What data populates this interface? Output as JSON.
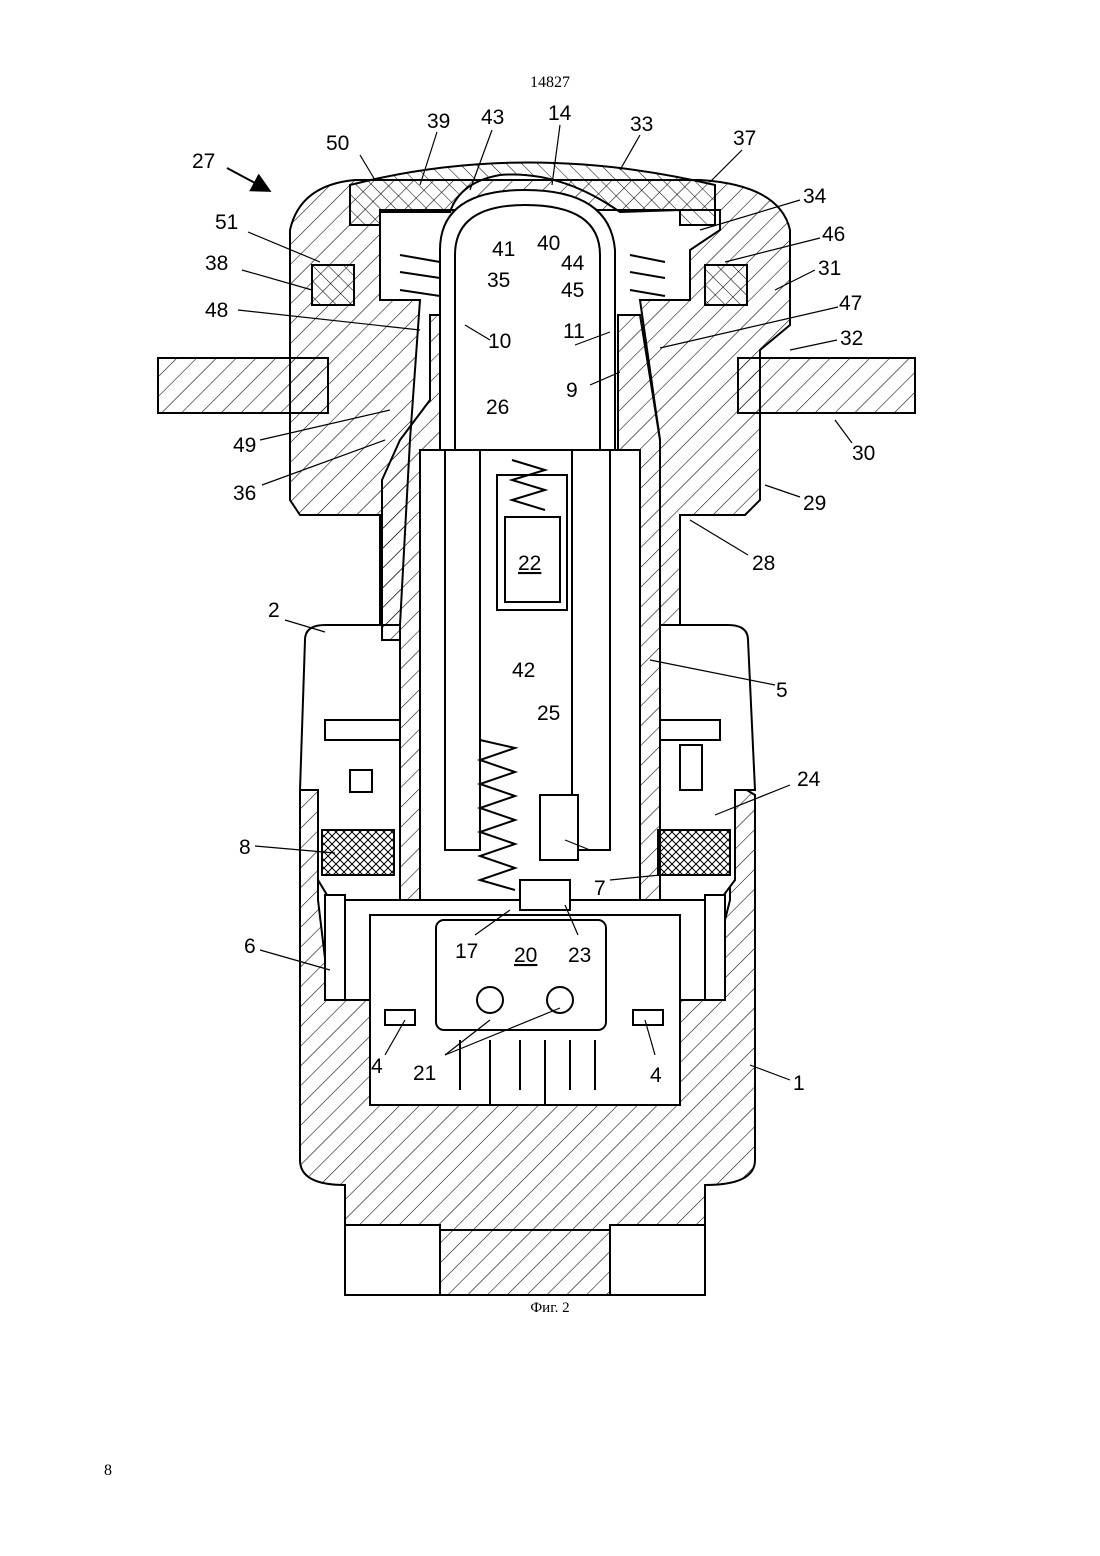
{
  "header": {
    "patent_number": "14827"
  },
  "figure": {
    "caption": "Фиг. 2"
  },
  "footer": {
    "page_number": "8"
  },
  "reference_labels": [
    "27",
    "50",
    "39",
    "43",
    "14",
    "33",
    "37",
    "34",
    "46",
    "31",
    "47",
    "32",
    "30",
    "29",
    "28",
    "51",
    "38",
    "48",
    "49",
    "36",
    "41",
    "40",
    "44",
    "35",
    "45",
    "10",
    "11",
    "9",
    "26",
    "22",
    "2",
    "5",
    "42",
    "25",
    "24",
    "8",
    "7",
    "6",
    "17",
    "20",
    "23",
    "4",
    "4",
    "21",
    "1"
  ]
}
